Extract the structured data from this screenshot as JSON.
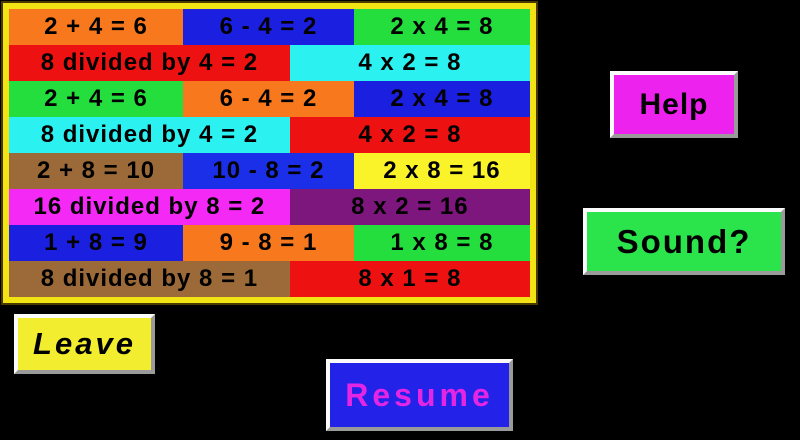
{
  "panel": {
    "border_color": "#F2E414",
    "rows": [
      {
        "cells": [
          {
            "label": "2 + 4 = 6",
            "bg": "#F8791D"
          },
          {
            "label": "6 - 4 = 2",
            "bg": "#1B1FE0"
          },
          {
            "label": "2 x 4 = 8",
            "bg": "#23DE3C"
          }
        ]
      },
      {
        "cells": [
          {
            "label": "8 divided by 4 = 2",
            "bg": "#EE1111"
          },
          {
            "label": "4 x 2 = 8",
            "bg": "#2BF1F1"
          }
        ]
      },
      {
        "cells": [
          {
            "label": "2 + 4 = 6",
            "bg": "#23DE3C"
          },
          {
            "label": "6 - 4 = 2",
            "bg": "#F8791D"
          },
          {
            "label": "2 x 4 = 8",
            "bg": "#1B1FE0"
          }
        ]
      },
      {
        "cells": [
          {
            "label": "8 divided by 4 = 2",
            "bg": "#2BF1F1"
          },
          {
            "label": "4 x 2 = 8",
            "bg": "#EE1111"
          }
        ]
      },
      {
        "cells": [
          {
            "label": "2 + 8 = 10",
            "bg": "#9C6A38"
          },
          {
            "label": "10 - 8 = 2",
            "bg": "#1B2FE8"
          },
          {
            "label": "2 x 8 = 16",
            "bg": "#FBF32A"
          }
        ]
      },
      {
        "cells": [
          {
            "label": "16 divided by 8 = 2",
            "bg": "#F529F5"
          },
          {
            "label": "8 x 2 = 16",
            "bg": "#7D177D"
          }
        ]
      },
      {
        "cells": [
          {
            "label": "1 + 8 = 9",
            "bg": "#1B1FE0"
          },
          {
            "label": "9 - 8 = 1",
            "bg": "#F8791D"
          },
          {
            "label": "1 x 8 = 8",
            "bg": "#23DE3C"
          }
        ]
      },
      {
        "cells": [
          {
            "label": "8 divided by 8 = 1",
            "bg": "#9C6A38"
          },
          {
            "label": "8 x 1 = 8",
            "bg": "#EE1111"
          }
        ]
      }
    ]
  },
  "buttons": {
    "help": {
      "label": "Help",
      "bg": "#EE22EE",
      "fg": "#000000"
    },
    "sound": {
      "label": "Sound?",
      "bg": "#2BE34A",
      "fg": "#000000"
    },
    "leave": {
      "label": "Leave",
      "bg": "#F2ED2E",
      "fg": "#000000"
    },
    "resume": {
      "label": "Resume",
      "bg": "#2222E8",
      "fg": "#E426E4"
    }
  }
}
